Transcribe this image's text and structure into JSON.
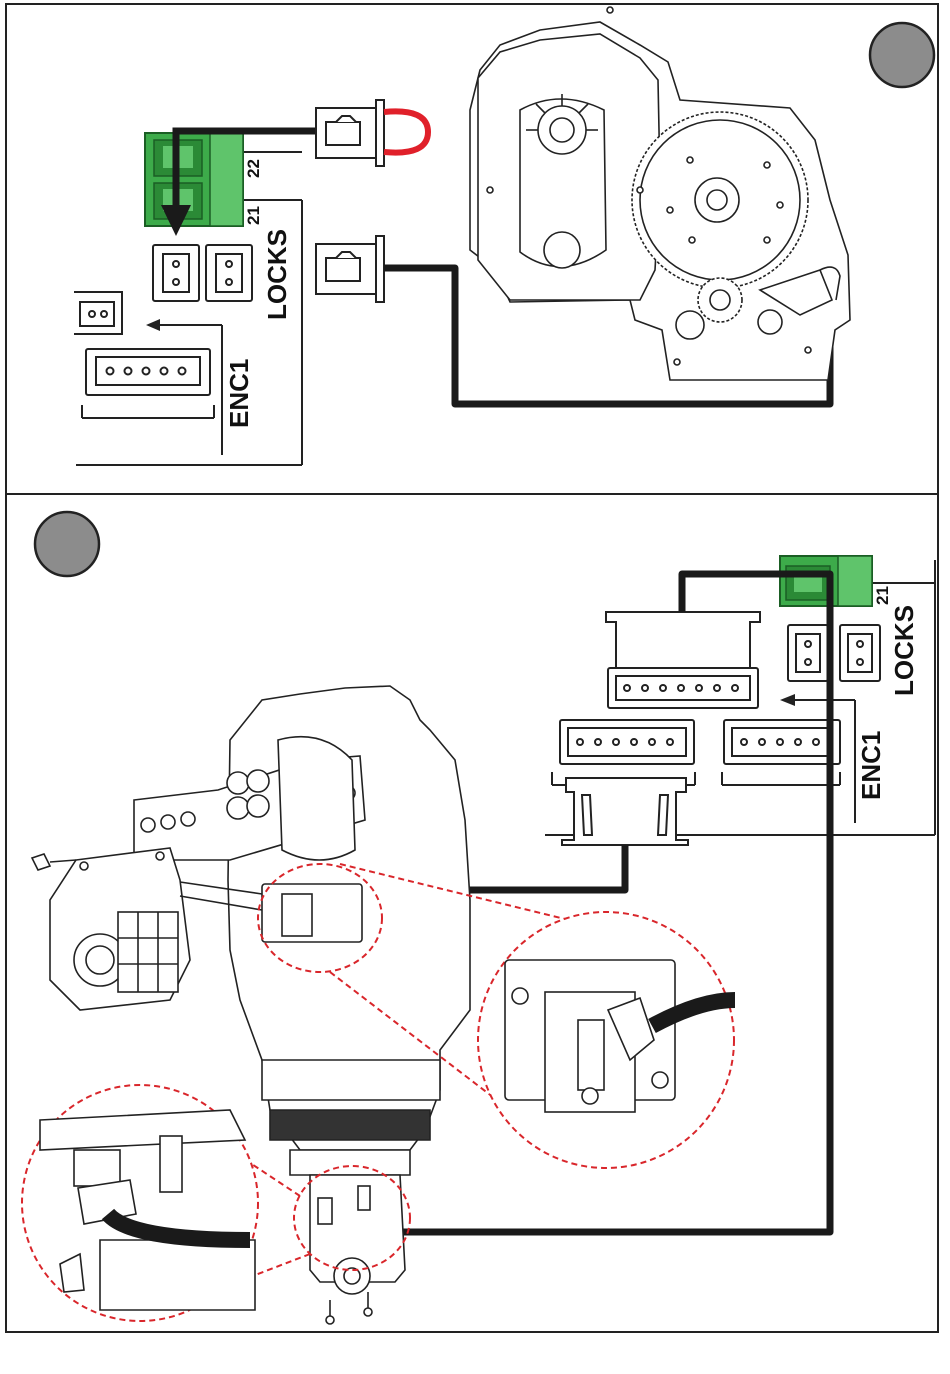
{
  "panels": [
    {
      "id": "top",
      "step_badge": "",
      "terminal": {
        "pin_a": "22",
        "pin_b": "21"
      },
      "labels": {
        "locks": "LOCKS",
        "enc": "ENC1"
      }
    },
    {
      "id": "bottom",
      "step_badge": "",
      "terminal": {
        "pin": "21"
      },
      "labels": {
        "locks": "LOCKS",
        "enc": "ENC1"
      }
    }
  ],
  "colors": {
    "terminal_green": "#3dab4a",
    "jumper_red": "#e0202a",
    "wire": "#1a1a1a",
    "badge_gray": "#8c8c8c",
    "callout_red": "#d9262b"
  }
}
